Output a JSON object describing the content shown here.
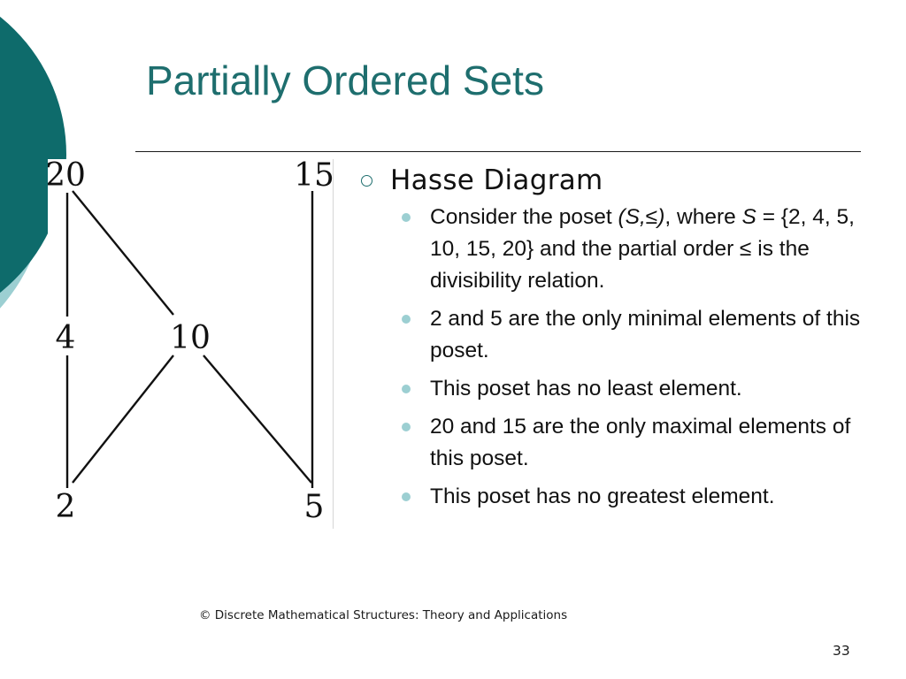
{
  "slide": {
    "title": "Partially Ordered Sets",
    "colors": {
      "title": "#1e6e6e",
      "accent_dark": "#0e6b6b",
      "accent_light": "#9ccfd2"
    }
  },
  "diagram": {
    "type": "hasse",
    "nodes": {
      "n20": "20",
      "n15": "15",
      "n4": "4",
      "n10": "10",
      "n2": "2",
      "n5": "5"
    },
    "edges": [
      [
        "2",
        "4"
      ],
      [
        "4",
        "20"
      ],
      [
        "2",
        "10"
      ],
      [
        "5",
        "10"
      ],
      [
        "10",
        "20"
      ],
      [
        "5",
        "15"
      ]
    ]
  },
  "content": {
    "heading": "Hasse Diagram",
    "heading_bullet_icon": "ring-bullet-icon",
    "item_bullet_icon": "dot-bullet-icon",
    "bullets": [
      {
        "p1": "Consider the poset ",
        "p2": "(S,≤)",
        "p3": ", where ",
        "p4": "S",
        "p5": " = {2, 4, 5, 10, 15, 20} and the partial order ≤ is the divisibility relation."
      },
      {
        "text": "2 and 5 are the only minimal elements of this poset."
      },
      {
        "text": "This poset has no least element."
      },
      {
        "text": "20 and 15 are the only maximal elements of this poset."
      },
      {
        "text": "This poset has no greatest element."
      }
    ]
  },
  "footer": {
    "text": "© Discrete Mathematical Structures:  Theory and Applications",
    "page_number": "33"
  }
}
